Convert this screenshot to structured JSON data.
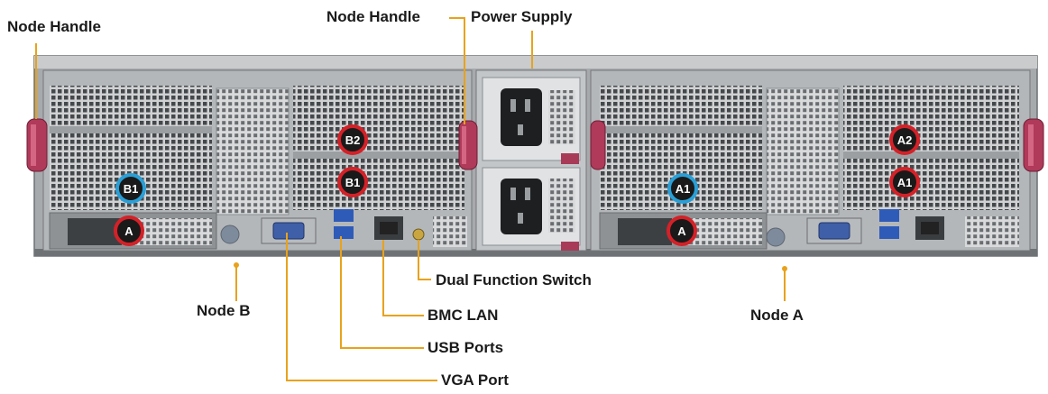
{
  "labels": {
    "node_handle_left": "Node Handle",
    "node_handle_center": "Node Handle",
    "power_supply": "Power Supply",
    "node_b": "Node B",
    "node_a": "Node A",
    "dual_function_switch": "Dual Function Switch",
    "bmc_lan": "BMC LAN",
    "usb_ports": "USB Ports",
    "vga_port": "VGA Port"
  },
  "badges": {
    "node_b_slot_b2": "B2",
    "node_b_slot_b1_right": "B1",
    "node_b_slot_b1_left": "B1",
    "node_b_slot_a": "A",
    "node_a_slot_a2": "A2",
    "node_a_slot_a1_right": "A1",
    "node_a_slot_a1_left": "A1",
    "node_a_slot_a": "A"
  },
  "colors": {
    "leader_line": "#e8a21c",
    "badge_red": "#d42128",
    "badge_blue": "#2a9fd6",
    "handle": "#b03a5a",
    "chassis": "#8e9296"
  }
}
